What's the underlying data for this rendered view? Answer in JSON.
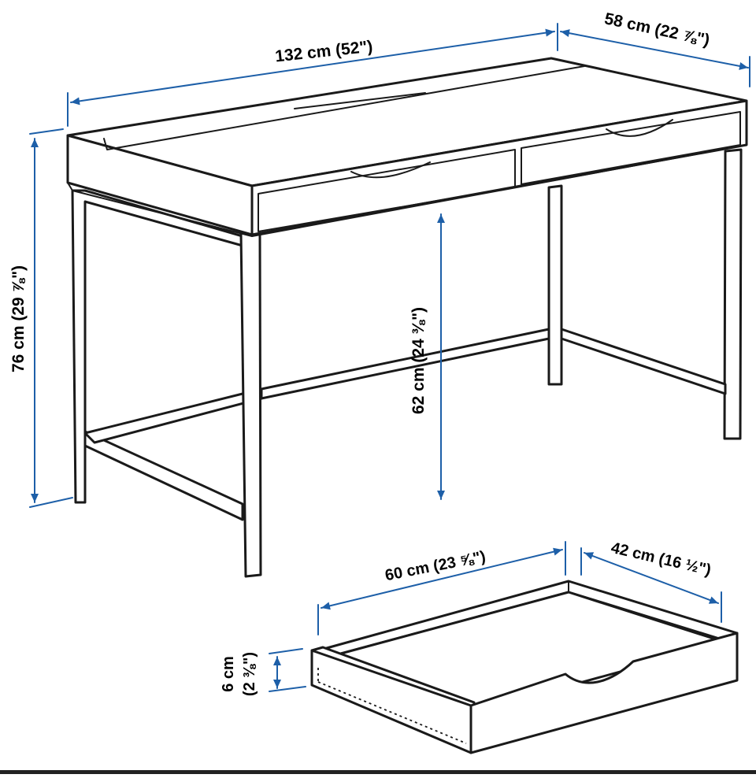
{
  "colors": {
    "dimension": "#1d5fa8",
    "outline": "#1a1a1a",
    "background": "#ffffff"
  },
  "desk_dimensions": {
    "width": "132 cm (52\")",
    "depth": "58 cm (22 ⅞\")",
    "height": "76 cm (29 ⅞\")",
    "clearance": "62 cm (24 ⅜\")"
  },
  "drawer_dimensions": {
    "width": "60 cm (23 ⅝\")",
    "depth": "42 cm (16 ½\")",
    "height_value": "6 cm",
    "height_imperial": "(2 ⅜\")"
  }
}
